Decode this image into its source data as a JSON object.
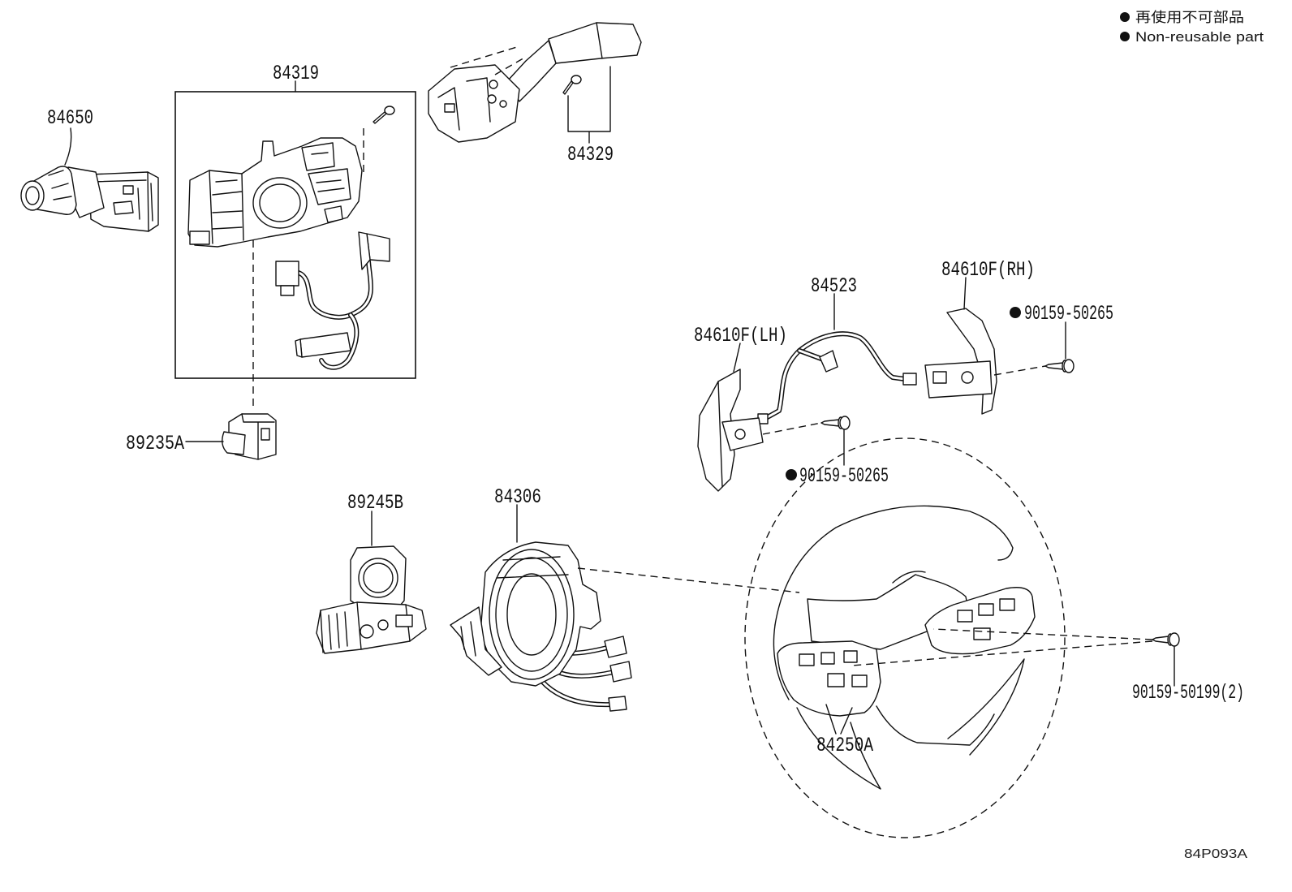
{
  "legend": {
    "marker_icon": "filled-circle-icon",
    "text_ja": "再使用不可部品",
    "text_en": "Non-reusable part"
  },
  "callouts": {
    "p84650": {
      "label": "84650"
    },
    "p84319": {
      "label": "84319"
    },
    "p84329": {
      "label": "84329"
    },
    "p89235A": {
      "label": "89235A"
    },
    "p89245B": {
      "label": "89245B"
    },
    "p84306": {
      "label": "84306"
    },
    "p84523": {
      "label": "84523"
    },
    "p84610F_RH": {
      "label": "84610F(RH)"
    },
    "p84610F_LH": {
      "label": "84610F(LH)"
    },
    "p90159_50265_upper": {
      "label": "90159-50265",
      "non_reusable": true
    },
    "p90159_50265_lower": {
      "label": "90159-50265",
      "non_reusable": true
    },
    "p90159_50199": {
      "label": "90159-50199(2)"
    },
    "p84250A": {
      "label": "84250A"
    }
  },
  "figure_id": "84P093A",
  "colors": {
    "line": "#111111",
    "background": "#ffffff"
  }
}
